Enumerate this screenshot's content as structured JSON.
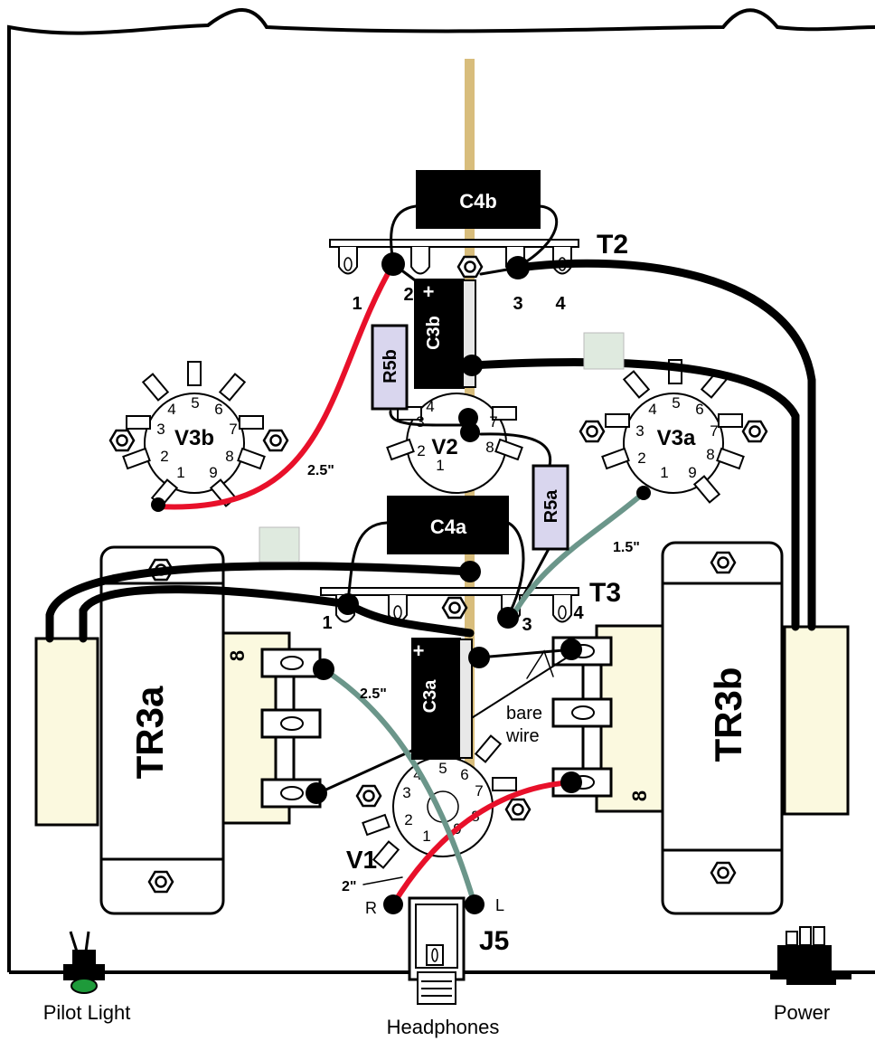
{
  "colors": {
    "wire_black": "#000000",
    "wire_red": "#e8102a",
    "wire_green": "#6b968a",
    "bare_wire": "#d8bd7c",
    "resistor_fill": "#d9d6ee",
    "transformer_fill": "#fbf9df",
    "tape_fill": "#dfeadf",
    "pilot_green": "#1e9a3a"
  },
  "components": {
    "c4b": "C4b",
    "c4a": "C4a",
    "c3b": "C3b",
    "c3a": "C3a",
    "c3b_plus": "+",
    "c3a_plus": "+",
    "r5b": "R5b",
    "r5a": "R5a",
    "t2": "T2",
    "t3": "T3",
    "v3b": "V3b",
    "v2": "V2",
    "v3a": "V3a",
    "v1": "V1",
    "tr3a": "TR3a",
    "tr3b": "TR3b",
    "j5": "J5"
  },
  "terminals": {
    "t2_1": "1",
    "t2_2": "2",
    "t2_3": "3",
    "t2_4": "4",
    "t3_1": "1",
    "t3_3": "3",
    "t3_4": "4",
    "tr3a_8": "8",
    "tr3b_8": "8",
    "jack_r": "R",
    "jack_l": "L"
  },
  "pins": [
    "1",
    "2",
    "3",
    "4",
    "5",
    "6",
    "7",
    "8",
    "9"
  ],
  "annotations": {
    "red_v3b": "2.5\"",
    "green_v3a": "1.5\"",
    "green_v1": "2.5\"",
    "red_v1": "2\"",
    "bare_wire_1": "bare",
    "bare_wire_2": "wire"
  },
  "bottom_labels": {
    "pilot": "Pilot Light",
    "headphones": "Headphones",
    "power": "Power"
  }
}
